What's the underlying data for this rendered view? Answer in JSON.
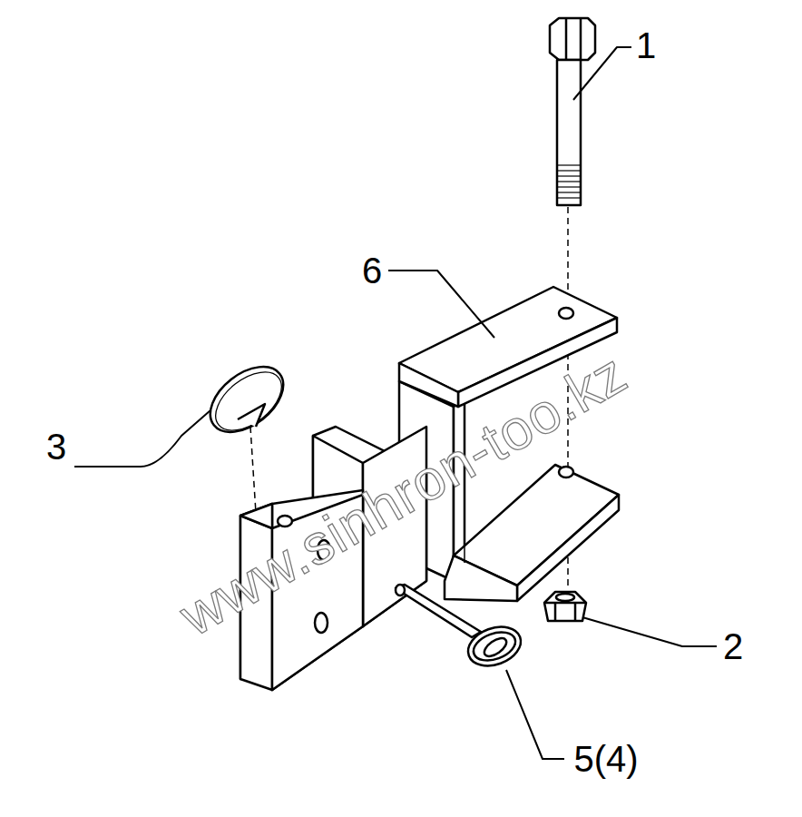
{
  "diagram": {
    "labels": [
      "1",
      "6",
      "3",
      "2",
      "5(4)",
      "www.sinhron-too.kz"
    ]
  }
}
